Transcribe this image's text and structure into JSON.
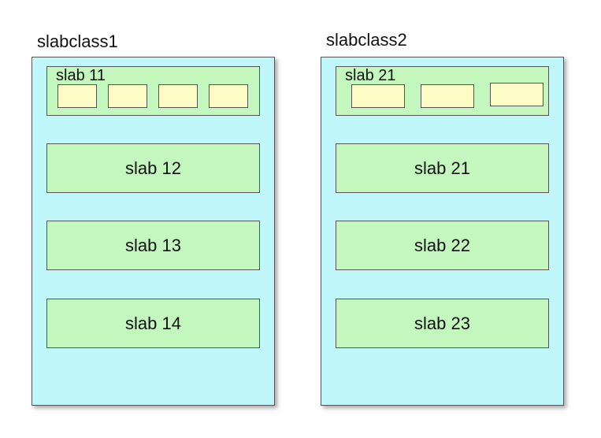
{
  "classes": [
    {
      "title": "slabclass1",
      "first_slab": {
        "label": "slab 11",
        "chunk_count": 4
      },
      "slabs": [
        "slab 12",
        "slab 13",
        "slab 14"
      ]
    },
    {
      "title": "slabclass2",
      "first_slab": {
        "label": "slab 21",
        "chunk_count": 3
      },
      "slabs": [
        "slab 21",
        "slab 22",
        "slab 23"
      ]
    }
  ],
  "colors": {
    "panel": "#bff7fb",
    "slab": "#c4f7be",
    "chunk": "#fdfbc6",
    "border": "#555555"
  }
}
